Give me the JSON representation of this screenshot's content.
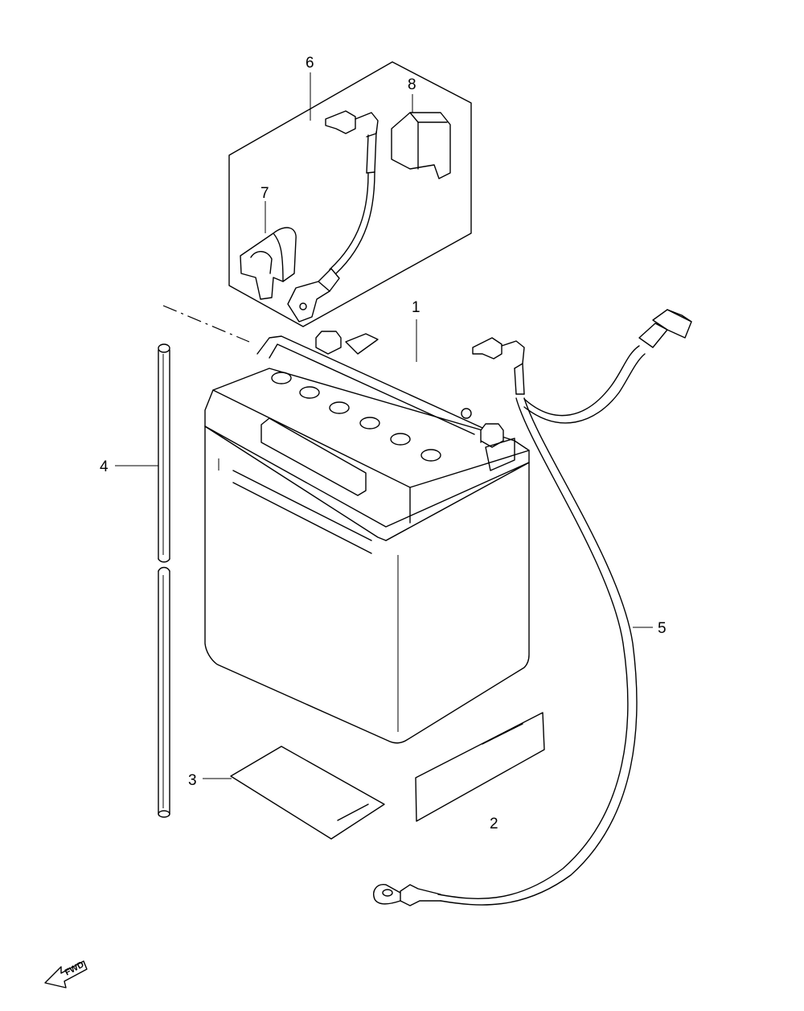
{
  "diagram": {
    "callouts": [
      {
        "id": "1",
        "label": "1"
      },
      {
        "id": "2",
        "label": "2"
      },
      {
        "id": "3",
        "label": "3"
      },
      {
        "id": "4",
        "label": "4"
      },
      {
        "id": "5",
        "label": "5"
      },
      {
        "id": "6",
        "label": "6"
      },
      {
        "id": "7",
        "label": "7"
      },
      {
        "id": "8",
        "label": "8"
      }
    ],
    "fwd_label": "FWD"
  }
}
